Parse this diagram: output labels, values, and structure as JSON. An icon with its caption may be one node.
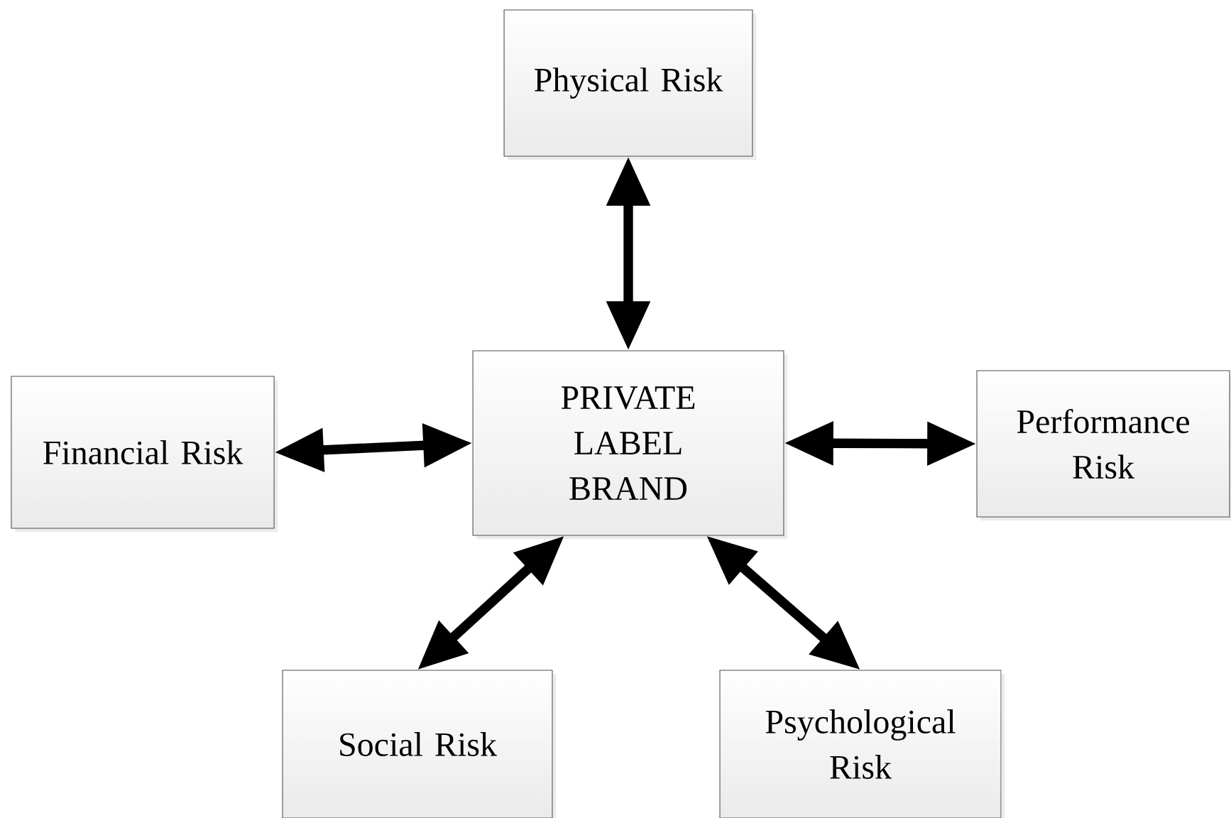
{
  "diagram": {
    "nodes": [
      {
        "text": [
          "Physical Risk"
        ]
      },
      {
        "text": [
          "Financial Risk"
        ]
      },
      {
        "text": [
          "PRIVATE LABEL BRAND"
        ]
      },
      {
        "text": [
          "Performance Risk"
        ]
      },
      {
        "text": [
          "Social Risk"
        ]
      },
      {
        "text": [
          "Psychological Risk"
        ]
      }
    ],
    "edges": [
      {
        "from": 2,
        "to": 0,
        "arrow": "both"
      },
      {
        "from": 1,
        "to": 2,
        "arrow": "both"
      },
      {
        "from": 2,
        "to": 3,
        "arrow": "both"
      },
      {
        "from": 2,
        "to": 4,
        "arrow": "both"
      },
      {
        "from": 2,
        "to": 5,
        "arrow": "both"
      }
    ]
  }
}
